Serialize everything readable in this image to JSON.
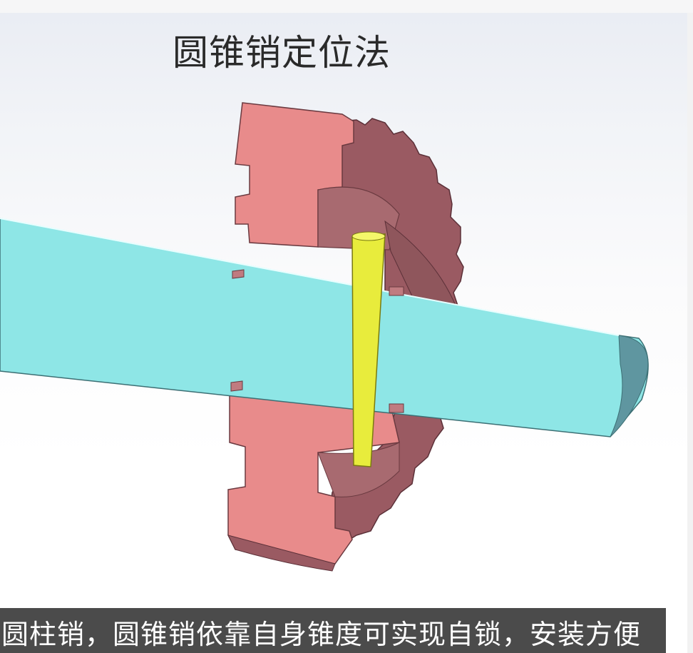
{
  "slide": {
    "title": "圆锥销定位法",
    "subtitle": "圆柱销，圆锥销依靠自身锥度可实现自锁，安装方便"
  },
  "model": {
    "parts": [
      "shaft",
      "gear-hub",
      "gear-teeth",
      "taper-pin"
    ],
    "colors": {
      "shaft": "#8ee6e6",
      "shaft_edge": "#3c6f74",
      "gear_face": "#e88b8b",
      "gear_side": "#9a5a62",
      "pin": "#e8ec3c"
    }
  }
}
